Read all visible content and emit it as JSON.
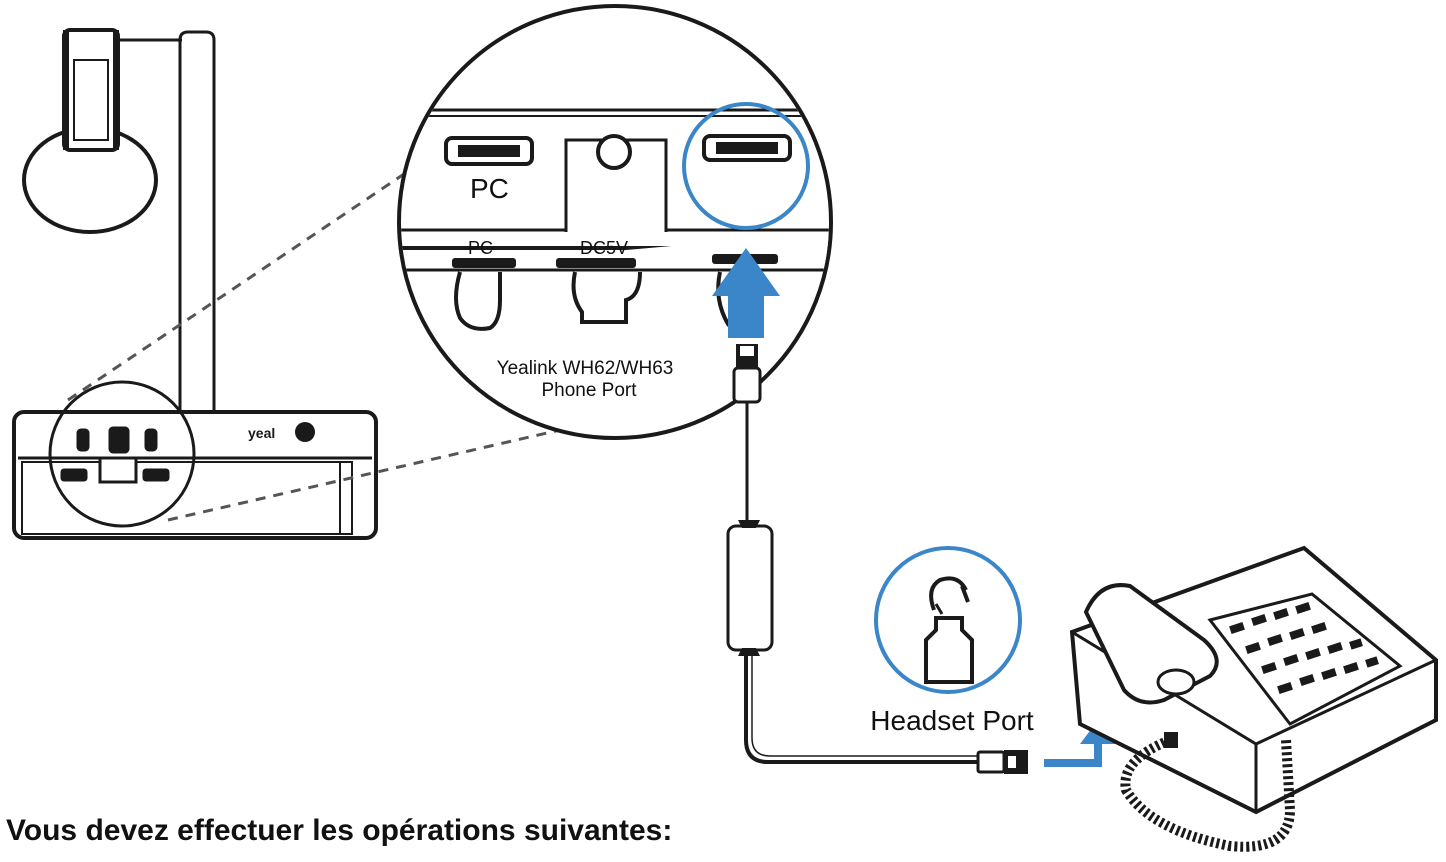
{
  "labels": {
    "pc_large": "PC",
    "pc_small": "PC",
    "dc5v": "DC5V",
    "phone_port_line1": "Yealink WH62/WH63",
    "phone_port_line2": "Phone Port",
    "headset_port": "Headset Port"
  },
  "footer_text": "Vous devez effectuer les opérations suivantes:",
  "colors": {
    "accent_blue": "#3b86c9",
    "line": "#1a1a1a",
    "dashed": "#555555"
  },
  "icons": {
    "headset_port_icon": "headset-jack-icon",
    "insert_arrow": "arrow-up-icon",
    "bent_arrow": "bent-arrow-up-icon"
  }
}
